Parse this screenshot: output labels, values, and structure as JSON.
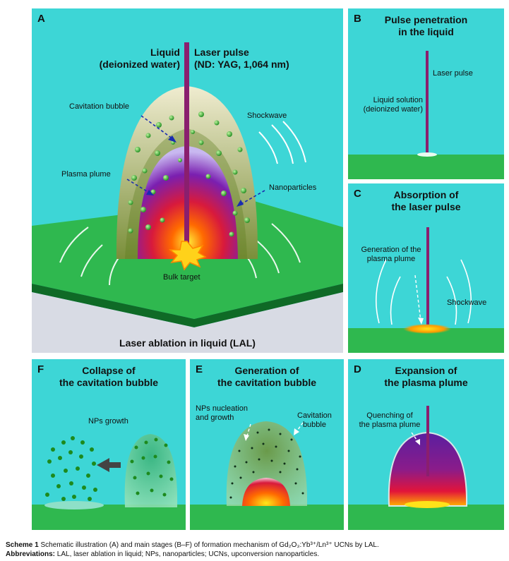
{
  "panelA": {
    "letter": "A",
    "liquid_label_1": "Liquid",
    "liquid_label_2": "(deionized water)",
    "laser_label_1": "Laser pulse",
    "laser_label_2": "(ND: YAG, 1,064 nm)",
    "cavitation": "Cavitation bubble",
    "shockwave": "Shockwave",
    "plasma": "Plasma plume",
    "nanoparticles": "Nanoparticles",
    "bulk": "Bulk target",
    "footer": "Laser ablation in liquid (LAL)"
  },
  "panelB": {
    "letter": "B",
    "title_1": "Pulse penetration",
    "title_2": "in the liquid",
    "laser": "Laser pulse",
    "liquid_1": "Liquid solution",
    "liquid_2": "(deionized water)"
  },
  "panelC": {
    "letter": "C",
    "title_1": "Absorption of",
    "title_2": "the laser pulse",
    "gen_1": "Generation of the",
    "gen_2": "plasma plume",
    "shockwave": "Shockwave"
  },
  "panelD": {
    "letter": "D",
    "title_1": "Expansion of",
    "title_2": "the plasma plume",
    "quench_1": "Quenching of",
    "quench_2": "the plasma plume"
  },
  "panelE": {
    "letter": "E",
    "title_1": "Generation of",
    "title_2": "the cavitation bubble",
    "nps_1": "NPs nucleation",
    "nps_2": "and growth",
    "cav_1": "Cavitation",
    "cav_2": "bubble"
  },
  "panelF": {
    "letter": "F",
    "title_1": "Collapse of",
    "title_2": "the cavitation bubble",
    "growth": "NPs growth"
  },
  "caption": {
    "line1_prefix": "Scheme 1",
    "line1_text": "Schematic illustration (A) and main stages (B–F) of formation mechanism of Gd₂O₃:Yb³⁺/Ln³⁺ UCNs by LAL.",
    "line2_label": "Abbreviations:",
    "line2_text": "LAL, laser ablation in liquid; NPs, nanoparticles; UCNs, upconversion nanoparticles."
  },
  "colors": {
    "water": "#3dd6d6",
    "ground": "#2fb84f",
    "laser": "#8a1f6e",
    "frame": "#2a2a2a"
  }
}
